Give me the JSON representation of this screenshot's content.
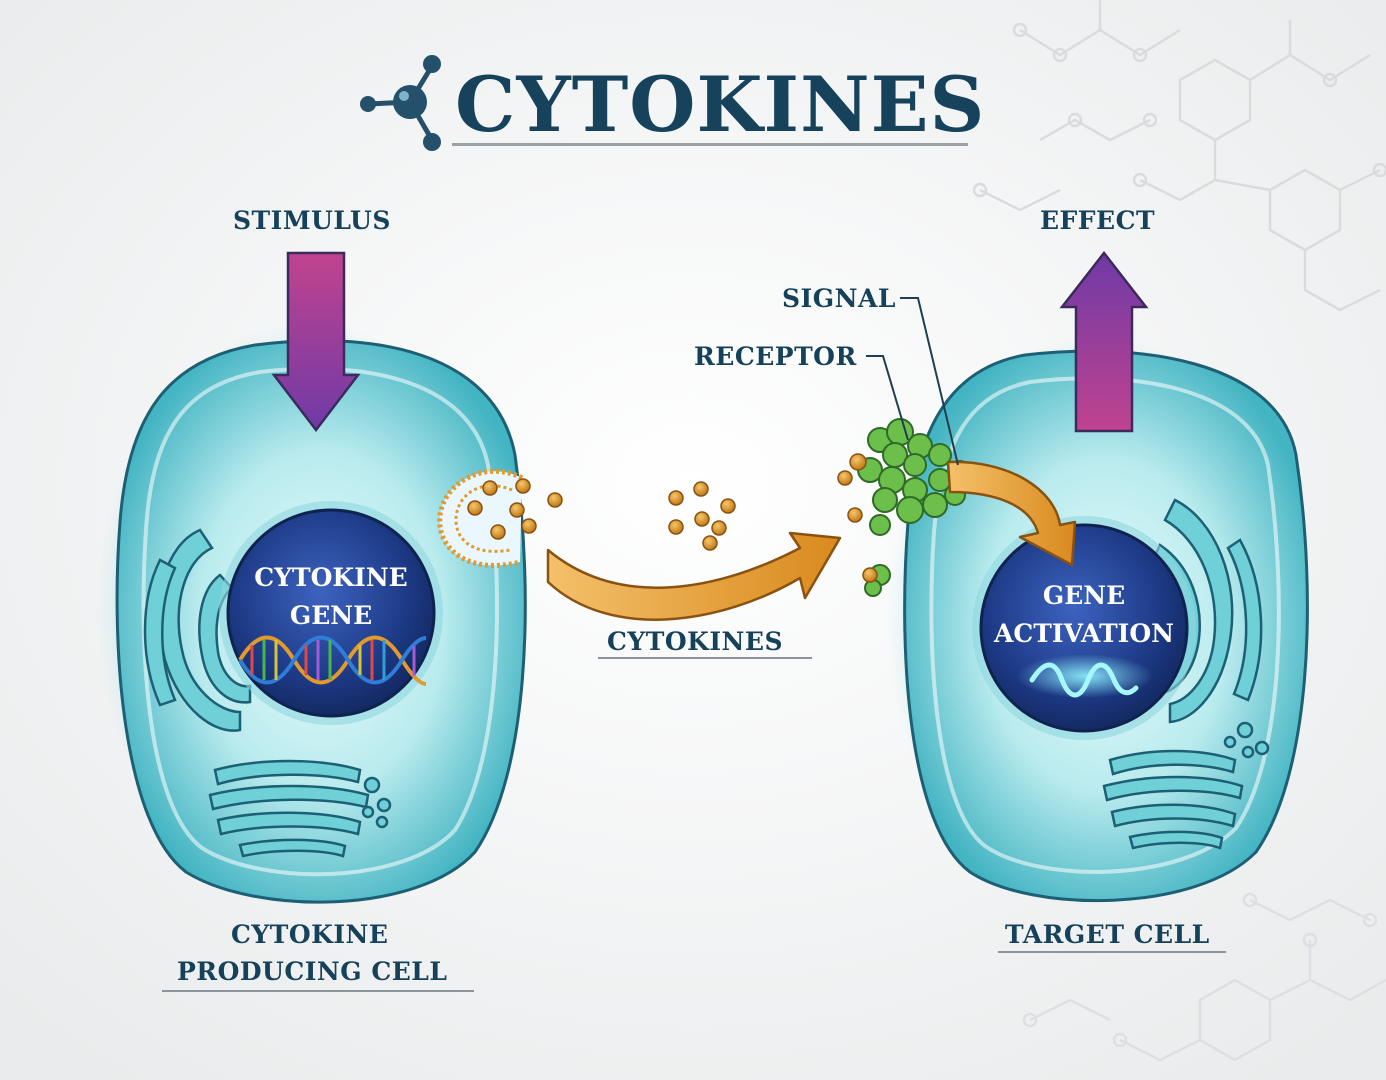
{
  "title": "CYTOKINES",
  "labels": {
    "stimulus": "STIMULUS",
    "effect": "EFFECT",
    "signal": "SIGNAL",
    "receptor": "RECEPTOR",
    "cytokines": "CYTOKINES",
    "producing_cell_line1": "CYTOKINE",
    "producing_cell_line2": "PRODUCING CELL",
    "target_cell": "TARGET CELL"
  },
  "nuclei": {
    "producer_line1": "CYTOKINE",
    "producer_line2": "GENE",
    "target_line1": "GENE",
    "target_line2": "ACTIVATION"
  },
  "icons": [
    "molecule-icon",
    "dna-helix-icon",
    "signal-wave-icon"
  ],
  "colors": {
    "text": "#16415a",
    "cell": "#46b6c4",
    "nucleus": "#1d3a86",
    "stimulus_arrow": "#7a3aa0",
    "cytokine_dot": "#d8952a",
    "receptor": "#5fb046"
  }
}
